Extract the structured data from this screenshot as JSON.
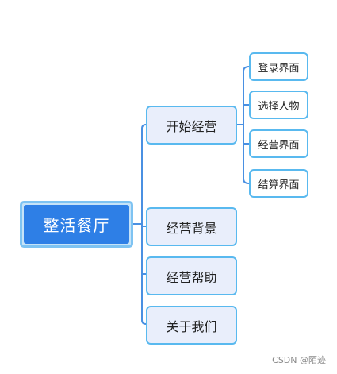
{
  "diagram": {
    "root": {
      "label": "整活餐厅"
    },
    "branches": [
      {
        "label": "开始经营",
        "children": [
          {
            "label": "登录界面"
          },
          {
            "label": "选择人物"
          },
          {
            "label": "经营界面"
          },
          {
            "label": "结算界面"
          }
        ]
      },
      {
        "label": "经营背景",
        "children": []
      },
      {
        "label": "经营帮助",
        "children": []
      },
      {
        "label": "关于我们",
        "children": []
      }
    ],
    "colors": {
      "root_fill": "#2e7fe6",
      "root_border": "#7ec3f2",
      "branch_fill": "#e9eefb",
      "node_border": "#59b9ef",
      "connector": "#4a90e2",
      "leaf_fill": "#ffffff"
    }
  },
  "watermark": "CSDN @陌迹"
}
